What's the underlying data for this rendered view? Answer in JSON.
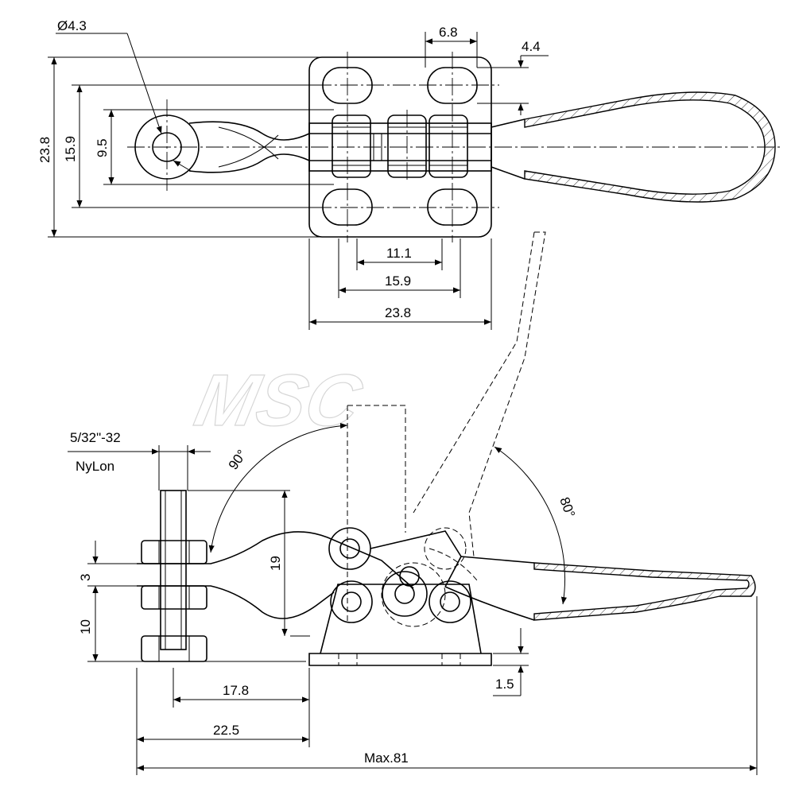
{
  "watermark": "MSC",
  "dimensions": {
    "top_view": {
      "hole_diameter": "Ø4.3",
      "slot_pitch": "6.8",
      "slot_width": "4.4",
      "overall_height": "23.8",
      "outer_slot_spacing": "15.9",
      "inner_spacing": "9.5",
      "inner_hole_span": "11.1",
      "outer_hole_span": "15.9",
      "base_width": "23.8"
    },
    "side_view": {
      "thread_spec": "5/32\"-32",
      "nut_type": "NyLon",
      "open_angle": "90°",
      "handle_angle": "80°",
      "spindle_height": "19",
      "arm_thickness": "3",
      "arm_height": "10",
      "spindle_offset": "17.8",
      "arm_reach": "22.5",
      "base_thickness": "1.5",
      "overall_length": "Max.81"
    }
  },
  "colors": {
    "line": "#000000",
    "background": "#ffffff",
    "watermark": "#d6d6d6"
  }
}
